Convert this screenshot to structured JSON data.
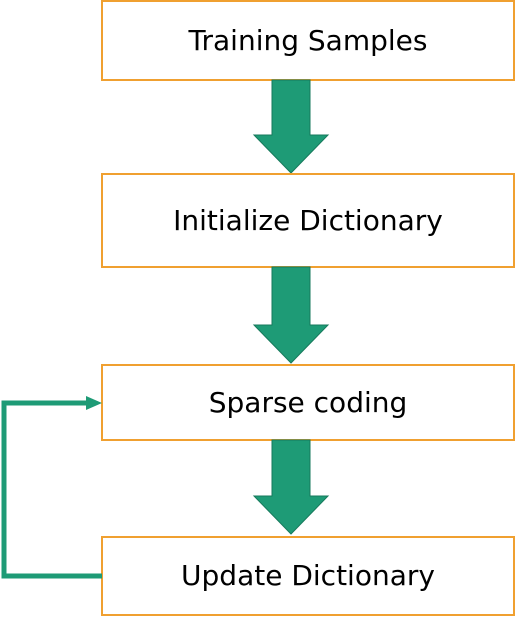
{
  "diagram": {
    "steps": [
      {
        "label": "Training Samples"
      },
      {
        "label": "Initialize Dictionary"
      },
      {
        "label": "Sparse coding"
      },
      {
        "label": "Update Dictionary"
      }
    ],
    "feedback": {
      "from_step": 4,
      "to_step": 3
    }
  },
  "colors": {
    "box_border": "#F0A030",
    "box_fill": "#FFFFFF",
    "arrow_fill": "#1E9B76",
    "arrow_stroke": "#177A5C",
    "feedback_line": "#1E9B76",
    "text": "#000000"
  }
}
